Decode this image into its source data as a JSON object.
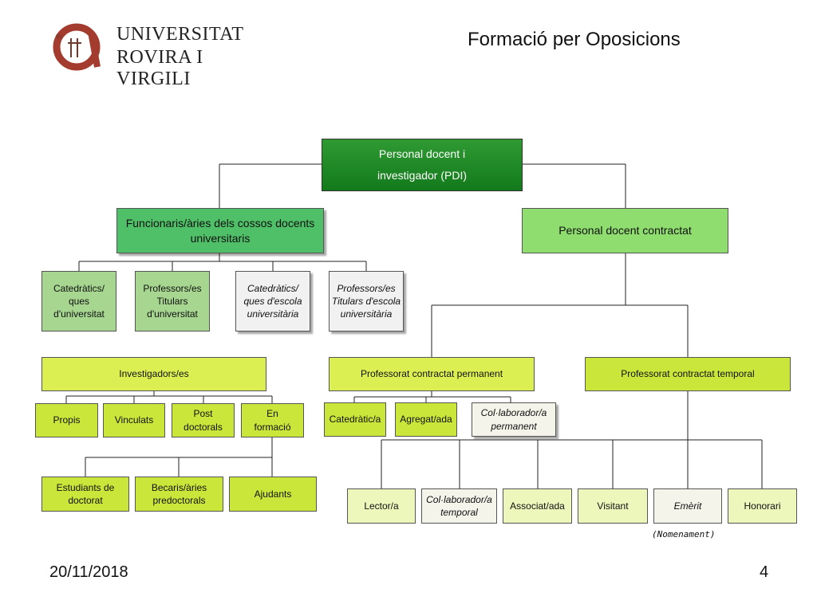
{
  "header": {
    "logo": {
      "name": "Universitat Rovira i Virgili",
      "line1": "UNIVERSITAT",
      "line2": "ROVIRA I VIRGILI"
    },
    "title": "Formació per Oposicions"
  },
  "chart": {
    "root": "Personal docent i investigador (PDI)",
    "funcionaris": "Funcionaris/àries dels cossos docents universitaris",
    "contractat": "Personal docent contractat",
    "catedratics_univ": "Catedràtics/ ques d'universitat",
    "professors_titulars_univ": "Professors/es Titulars d'universitat",
    "catedratics_escola": "Catedràtics/ ques d'escola universitària",
    "professors_titulars_escola": "Professors/es Titulars d'escola universitària",
    "investigadors": "Investigadors/es",
    "propis": "Propis",
    "vinculats": "Vinculats",
    "post_doctorals": "Post doctorals",
    "en_formacio": "En formació",
    "estudiants_doctorat": "Estudiants de doctorat",
    "becaris": "Becaris/àries predoctorals",
    "ajudants": "Ajudants",
    "contractat_permanent": "Professorat contractat permanent",
    "contractat_temporal": "Professorat contractat temporal",
    "catedratic_a": "Catedràtic/a",
    "agregat_ada": "Agregat/ada",
    "col_permanent": "Col·laborador/a permanent",
    "lector_a": "Lector/a",
    "col_temporal": "Col·laborador/a temporal",
    "associat_ada": "Associat/ada",
    "visitant": "Visitant",
    "emerit": "Emèrit",
    "honorari": "Honorari",
    "nomenament": "(Nomenament)"
  },
  "footer": {
    "date": "20/11/2018",
    "page": "4"
  }
}
